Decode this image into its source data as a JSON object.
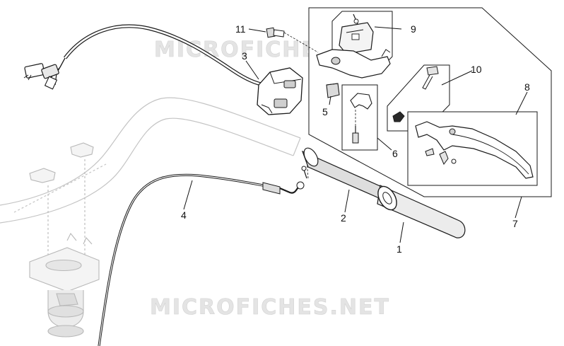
{
  "watermark_text": "MICROFICHES.NET",
  "callouts": [
    {
      "id": "1",
      "label": "1"
    },
    {
      "id": "2",
      "label": "2"
    },
    {
      "id": "3",
      "label": "3"
    },
    {
      "id": "4",
      "label": "4"
    },
    {
      "id": "5",
      "label": "5"
    },
    {
      "id": "6",
      "label": "6"
    },
    {
      "id": "7",
      "label": "7"
    },
    {
      "id": "8",
      "label": "8"
    },
    {
      "id": "9",
      "label": "9"
    },
    {
      "id": "10",
      "label": "10"
    },
    {
      "id": "11",
      "label": "11"
    }
  ],
  "colors": {
    "line": "#1a1a1a",
    "part_fill": "#ffffff",
    "part_shade": "#cfcfcf",
    "watermark": "#e4e4e4",
    "ghost": "#c8c8c8"
  }
}
